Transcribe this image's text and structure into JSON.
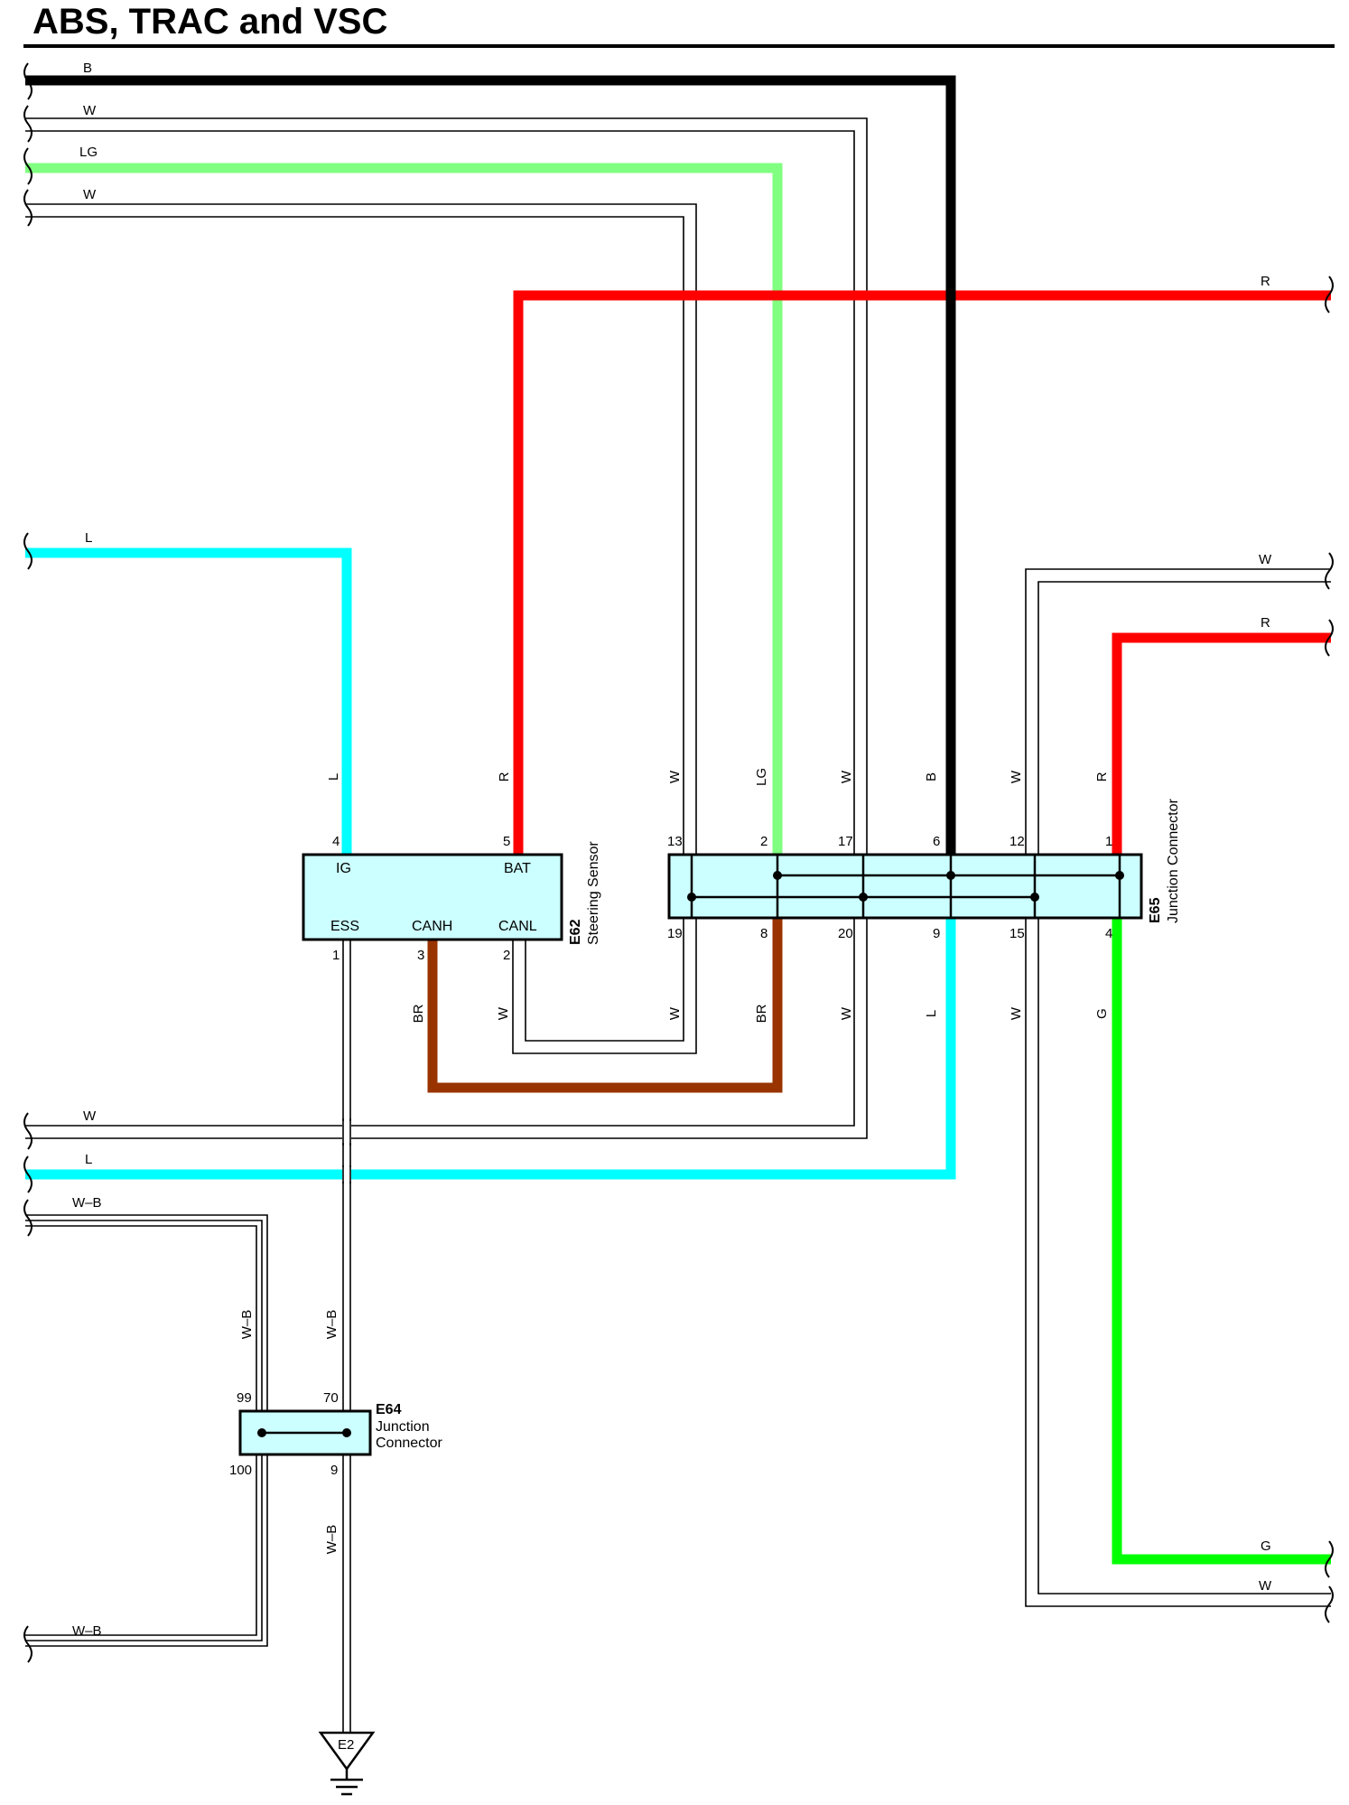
{
  "title": "ABS, TRAC and VSC",
  "colors": {
    "black": "#000000",
    "red": "#ff0000",
    "light_green": "#80ff80",
    "green": "#00ff00",
    "cyan": "#00ffff",
    "brown": "#993300",
    "connector_fill": "#ccffff"
  },
  "wire_labels": {
    "b_top": "B",
    "w_top1": "W",
    "lg_top": "LG",
    "w_top2": "W",
    "r_right_top": "R",
    "l_left": "L",
    "w_right1": "W",
    "r_right2": "R",
    "w_left_low": "W",
    "l_left_low": "L",
    "wb_left_1": "W–B",
    "wb_left_2": "W–B",
    "g_right": "G",
    "w_right_bottom": "W",
    "v_l_top": "L",
    "v_r1": "R",
    "v_w13": "W",
    "v_lg": "LG",
    "v_w17": "W",
    "v_b": "B",
    "v_w12": "W",
    "v_r2": "R",
    "v_br1": "BR",
    "v_w_canl": "W",
    "v_w19": "W",
    "v_br2": "BR",
    "v_w20": "W",
    "v_l9": "L",
    "v_w15": "W",
    "v_g": "G",
    "v_wb_a": "W–B",
    "v_wb_b": "W–B",
    "v_wb_c": "W–B"
  },
  "steering_sensor": {
    "code": "E62",
    "name": "Steering Sensor",
    "terminals": {
      "ig": "IG",
      "bat": "BAT",
      "ess": "ESS",
      "canh": "CANH",
      "canl": "CANL"
    },
    "pins": {
      "p4": "4",
      "p5": "5",
      "p1": "1",
      "p3": "3",
      "p2": "2"
    }
  },
  "junction_e65": {
    "code": "E65",
    "name": "Junction Connector",
    "top_pins": [
      "13",
      "2",
      "17",
      "6",
      "12",
      "1"
    ],
    "bottom_pins": [
      "19",
      "8",
      "20",
      "9",
      "15",
      "4"
    ]
  },
  "junction_e64": {
    "code": "E64",
    "name_line1": "Junction",
    "name_line2": "Connector",
    "pins": {
      "p99": "99",
      "p70": "70",
      "p100": "100",
      "p9": "9"
    }
  },
  "ground": {
    "label": "E2"
  }
}
